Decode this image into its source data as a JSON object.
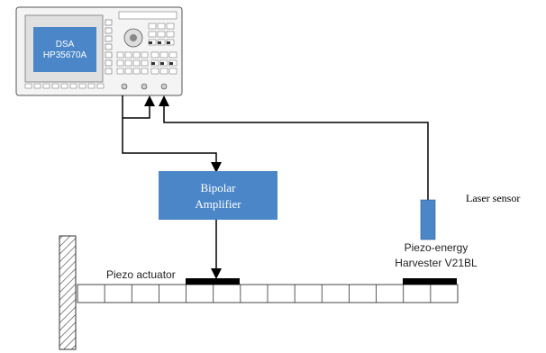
{
  "instrument": {
    "screen_line1": "DSA",
    "screen_line2": "HP35670A"
  },
  "amplifier": {
    "line1": "Bipolar",
    "line2": "Amplifier"
  },
  "laser_sensor": {
    "label": "Laser sensor"
  },
  "harvester": {
    "line1": "Piezo-energy",
    "line2": "Harvester V21BL"
  },
  "actuator": {
    "label": "Piezo actuator"
  },
  "beam": {
    "segment_count": 14
  },
  "colors": {
    "box_blue": "#4a86c8",
    "wire": "#000000",
    "patch": "#000000"
  }
}
